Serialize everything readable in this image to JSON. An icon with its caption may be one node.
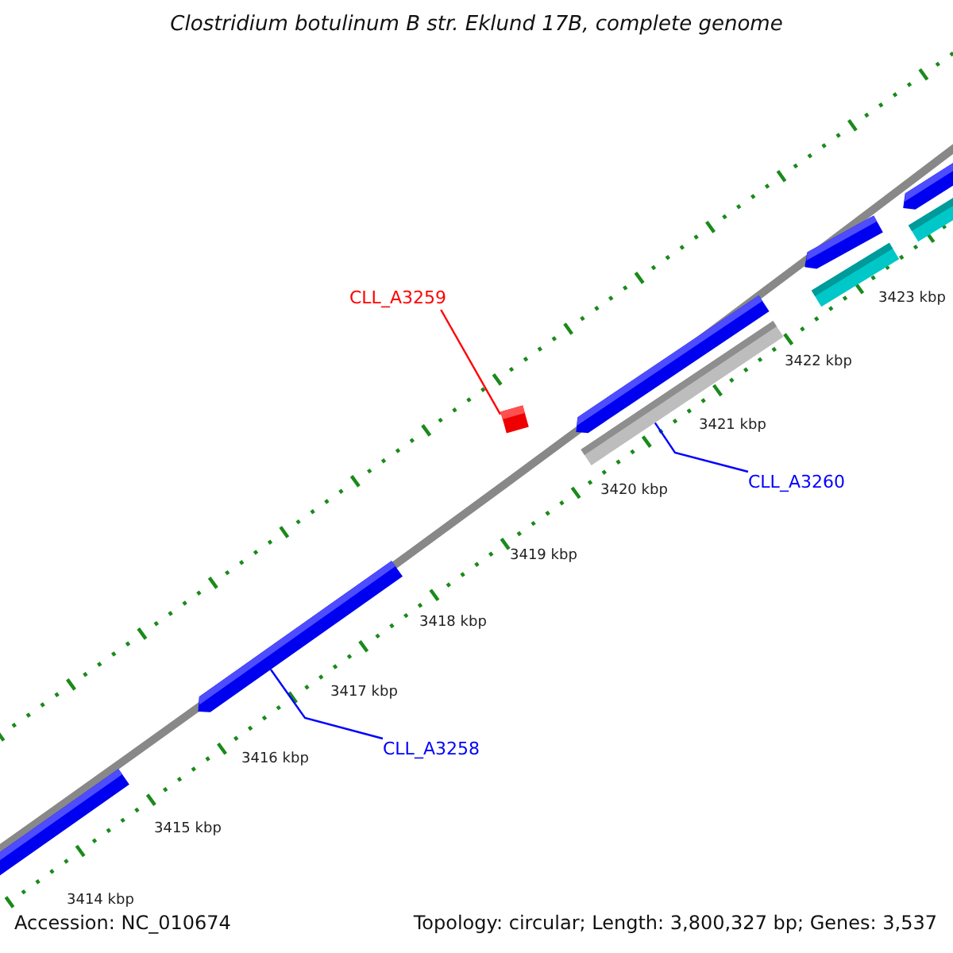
{
  "diagram": {
    "title": "Clostridium botulinum B str. Eklund 17B, complete genome",
    "nodes": [
      {
        "text": [
          "CLL_A3259"
        ]
      },
      {
        "text": [
          "CLL_A3260"
        ]
      },
      {
        "text": [
          "CLL_A3258"
        ]
      },
      {
        "text": [],
        "shape": "bar"
      },
      {
        "text": [],
        "shape": "bar"
      },
      {
        "text": [],
        "shape": "bar"
      },
      {
        "text": [],
        "shape": "bar"
      },
      {
        "text": [],
        "shape": "bar"
      },
      {
        "text": [],
        "shape": "bar"
      },
      {
        "text": [],
        "shape": "bar"
      },
      {
        "text": [],
        "shape": "bar"
      },
      {
        "text": [],
        "shape": "bar"
      }
    ],
    "edges": [
      {
        "from": 0,
        "to": 5,
        "arrow": "none",
        "color": "#ff0000"
      },
      {
        "from": 1,
        "to": 7,
        "arrow": "none"
      },
      {
        "from": 2,
        "to": 4,
        "arrow": "none"
      }
    ],
    "labels": [
      "3423 kbp",
      "3422 kbp",
      "3421 kbp",
      "3420 kbp",
      "3419 kbp",
      "3418 kbp",
      "3417 kbp",
      "3416 kbp",
      "3415 kbp",
      "3414 kbp",
      "Accession: NC_010674",
      "Topology: circular; Length: 3,800,327 bp; Genes: 3,537"
    ]
  }
}
